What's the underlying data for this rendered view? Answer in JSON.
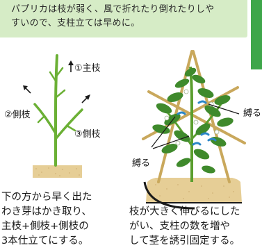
{
  "note": {
    "line1": "パプリカは枝が弱く、風で折れたり倒れたりしや",
    "line2": "すいので、支柱立ては早めに。"
  },
  "left": {
    "label_main": "①主枝",
    "label_side_left": "②側枝",
    "label_side_right": "③側枝",
    "caption_line1": "下の方から早く出た",
    "caption_line2": "わき芽はかき取り、",
    "caption_line3": "主枝+側枝+側枝の",
    "caption_line4": "3本仕立てにする。"
  },
  "right": {
    "label_tie_top": "縛る",
    "label_tie_bottom": "縛る",
    "caption_line1": "枝が大きく伸びるにした",
    "caption_line2": "がい、支柱の数を増や",
    "caption_line3": "して茎を誘引固定する。"
  },
  "colors": {
    "note_bg": "#d6ecc6",
    "tab": "#3ea64a",
    "stem": "#6bb035",
    "soil": "#e6ce96",
    "pole": "#c9a85c",
    "leaf": "#3f8a2c",
    "tie": "#2a86c8"
  }
}
